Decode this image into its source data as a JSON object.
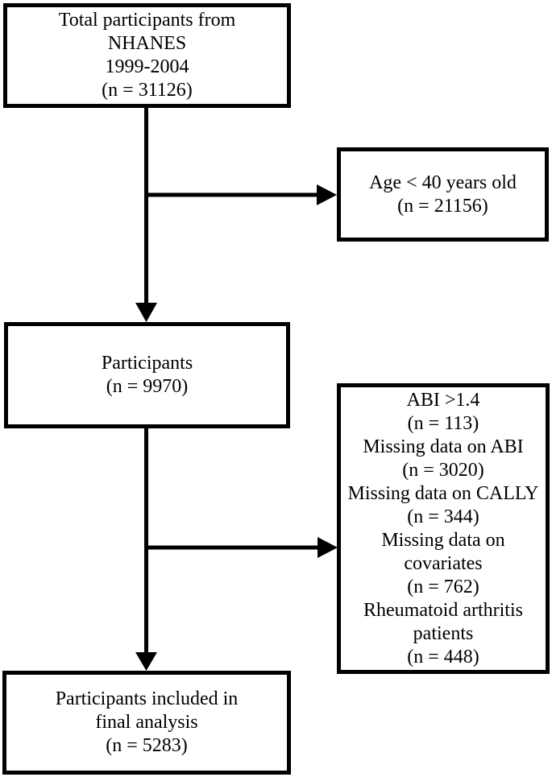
{
  "figure": {
    "type": "participant-flow-diagram",
    "colors": {
      "box_border": "#000000",
      "text": "#000000",
      "background": "#ffffff",
      "arrow": "#000000"
    }
  },
  "boxes": {
    "total": {
      "lines": [
        "Total participants from",
        "NHANES",
        "1999-2004",
        "(n = 31126)"
      ]
    },
    "age_excluded": {
      "lines": [
        "Age < 40 years old",
        "(n = 21156)"
      ]
    },
    "participants": {
      "lines": [
        "Participants",
        "(n = 9970)"
      ]
    },
    "exclusions": {
      "lines": [
        "ABI >1.4",
        "(n = 113)",
        "Missing data on ABI",
        "(n = 3020)",
        "Missing data on CALLY",
        "(n = 344)",
        "Missing data on",
        "covariates",
        "(n = 762)",
        "Rheumatoid arthritis",
        "patients",
        "(n = 448)"
      ]
    },
    "final": {
      "lines": [
        "Participants included in",
        "final analysis",
        "(n = 5283)"
      ]
    }
  }
}
